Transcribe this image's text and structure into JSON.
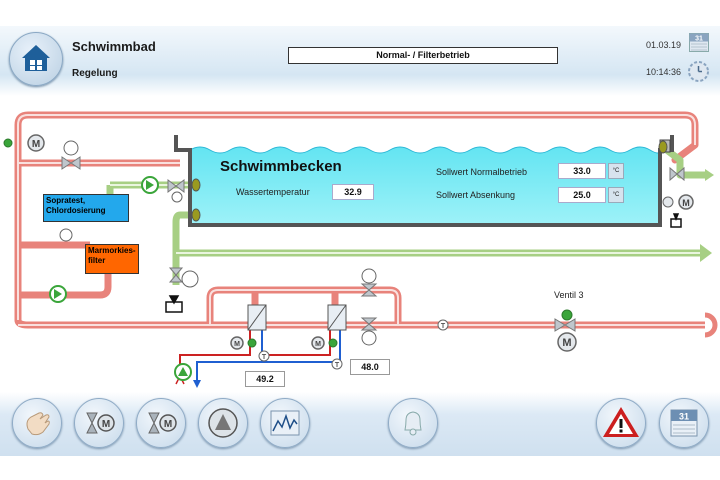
{
  "header": {
    "title": "Schwimmbad",
    "subtitle": "Regelung",
    "mode": "Normal- / Filterbetrieb",
    "date": "01.03.19",
    "time": "10:14:36",
    "calendar_day": "31"
  },
  "pool": {
    "title": "Schwimmbecken",
    "water_temp_label": "Wassertemperatur",
    "water_temp_value": "32.9",
    "setpoint_normal_label": "Sollwert Normalbetrieb",
    "setpoint_normal_value": "33.0",
    "setpoint_lower_label": "Sollwert Absenkung",
    "setpoint_lower_value": "25.0",
    "unit": "°C"
  },
  "equipment": {
    "dosing_label": "Sopratest,\nChlordosierung",
    "filter_label": "Marmorkies-\nfilter",
    "valve3_label": "Ventil 3",
    "temp1_value": "49.2",
    "temp2_value": "48.0"
  },
  "colors": {
    "pipe_red": "#e8837b",
    "pipe_green": "#a7cf84",
    "water": "#6fe6f2",
    "dosing_box": "#23a8ec",
    "filter_box": "#ff6600",
    "alarm_red": "#cc1f1f"
  },
  "footer": {
    "buttons": [
      "hand-manual-icon",
      "valve-motor-icon",
      "valve-motor-icon",
      "pump-icon",
      "trend-chart-icon",
      "bell-icon",
      "alarm-warning-icon",
      "calendar-icon"
    ],
    "calendar_day": "31"
  }
}
